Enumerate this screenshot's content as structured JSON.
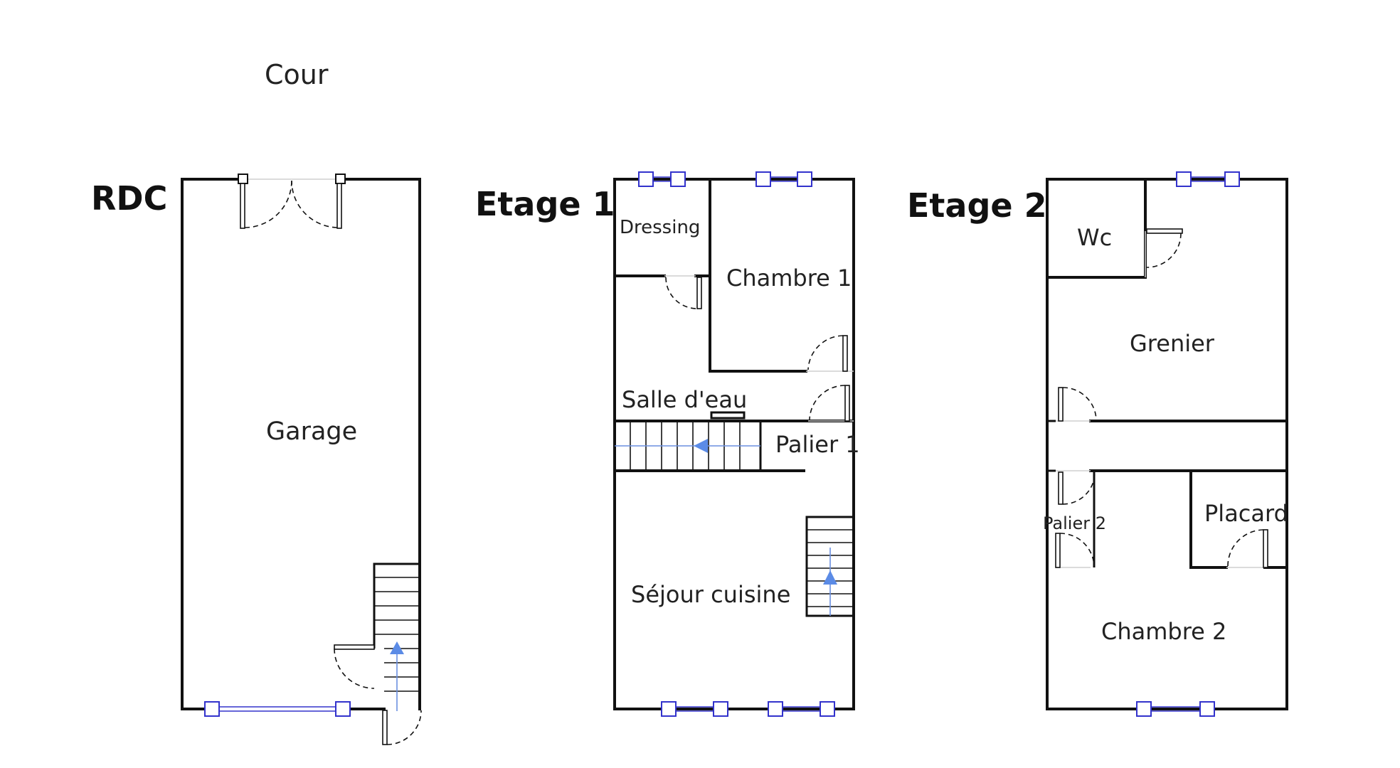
{
  "yard_label": "Cour",
  "levels": {
    "rdc": {
      "title": "RDC",
      "rooms": {
        "garage": "Garage"
      }
    },
    "etage1": {
      "title": "Etage 1",
      "rooms": {
        "dressing": "Dressing",
        "chambre1": "Chambre 1",
        "salle_eau": "Salle d'eau",
        "palier1": "Palier 1",
        "sejour_cuisine": "Séjour cuisine"
      }
    },
    "etage2": {
      "title": "Etage 2",
      "rooms": {
        "wc": "Wc",
        "grenier": "Grenier",
        "palier2": "Palier 2",
        "placard": "Placard",
        "chambre2": "Chambre 2"
      }
    }
  },
  "colors": {
    "walls": "#111111",
    "windows": "#3333cc",
    "stair_arrow": "#5b8be6"
  }
}
